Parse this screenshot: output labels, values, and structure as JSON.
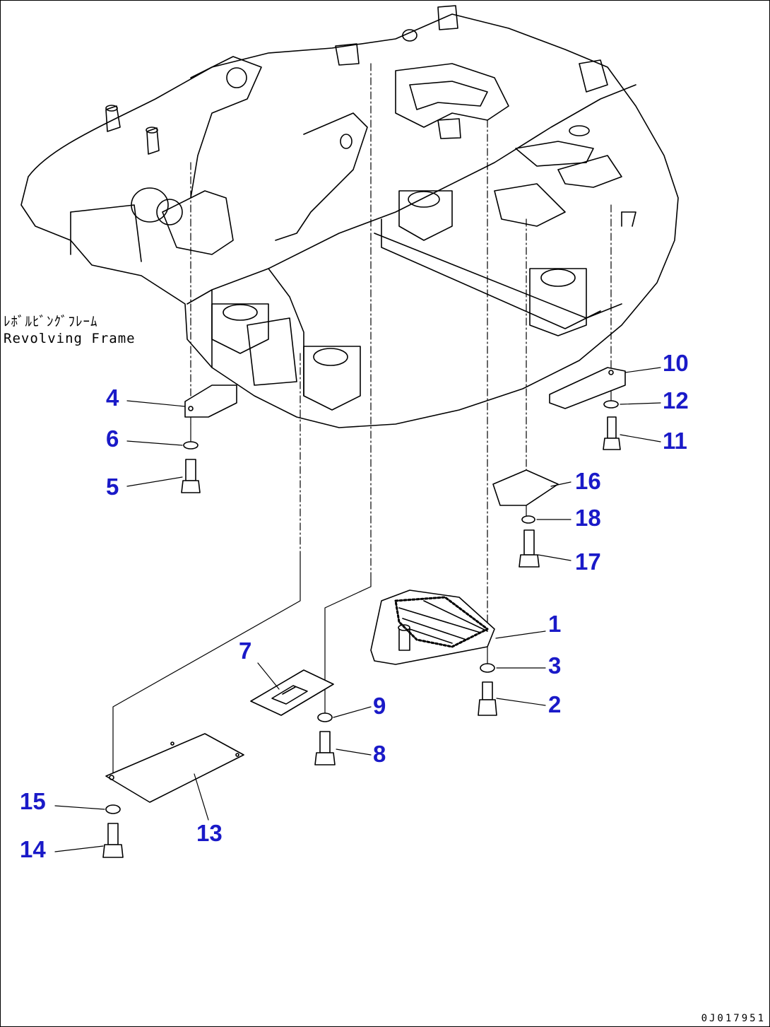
{
  "frame_label_jp": "ﾚﾎﾞﾙﾋﾞﾝｸﾞﾌﾚｰﾑ",
  "frame_label_en": "Revolving Frame",
  "drawing_number": "0J017951",
  "accent_color": "#1a1ac8",
  "parts": [
    {
      "no": "1",
      "name": "cover-mesh"
    },
    {
      "no": "2",
      "name": "bolt"
    },
    {
      "no": "3",
      "name": "washer"
    },
    {
      "no": "4",
      "name": "plate"
    },
    {
      "no": "5",
      "name": "bolt"
    },
    {
      "no": "6",
      "name": "washer"
    },
    {
      "no": "7",
      "name": "cover"
    },
    {
      "no": "8",
      "name": "bolt"
    },
    {
      "no": "9",
      "name": "washer"
    },
    {
      "no": "10",
      "name": "plate"
    },
    {
      "no": "11",
      "name": "bolt"
    },
    {
      "no": "12",
      "name": "washer"
    },
    {
      "no": "13",
      "name": "cover"
    },
    {
      "no": "14",
      "name": "bolt"
    },
    {
      "no": "15",
      "name": "washer"
    },
    {
      "no": "16",
      "name": "plate"
    },
    {
      "no": "17",
      "name": "bolt"
    },
    {
      "no": "18",
      "name": "washer"
    }
  ]
}
